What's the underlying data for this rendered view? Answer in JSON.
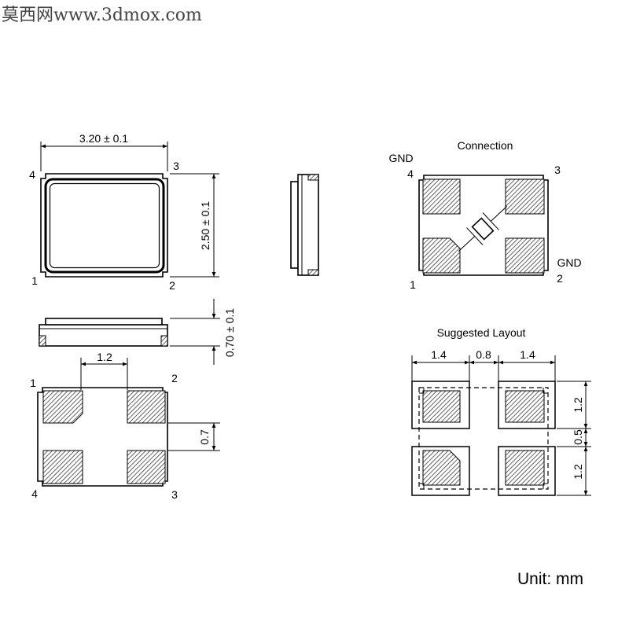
{
  "watermark": "莫西网www.3dmox.com",
  "top_view": {
    "dim_length": "3.20 ± 0.1",
    "dim_width": "2.50 ± 0.1",
    "pin_4": "4",
    "pin_3": "3",
    "pin_1": "1",
    "pin_2": "2"
  },
  "side_view": {
    "dim_height": "0.70 ± 0.1"
  },
  "bottom_view": {
    "dim_pad_gap_x": "1.2",
    "dim_pad_gap_y": "0.7",
    "pin_1": "1",
    "pin_2": "2",
    "pin_4": "4",
    "pin_3": "3"
  },
  "connection": {
    "title": "Connection",
    "gnd_label_top": "GND",
    "gnd_label_right": "GND",
    "pin_4": "4",
    "pin_3": "3",
    "pin_1": "1",
    "pin_2": "2"
  },
  "suggested_layout": {
    "title": "Suggested Layout",
    "dim_widths": [
      "1.4",
      "0.8",
      "1.4"
    ],
    "dim_heights": [
      "1.2",
      "0.5",
      "1.2"
    ]
  },
  "unit_label": "Unit: mm"
}
